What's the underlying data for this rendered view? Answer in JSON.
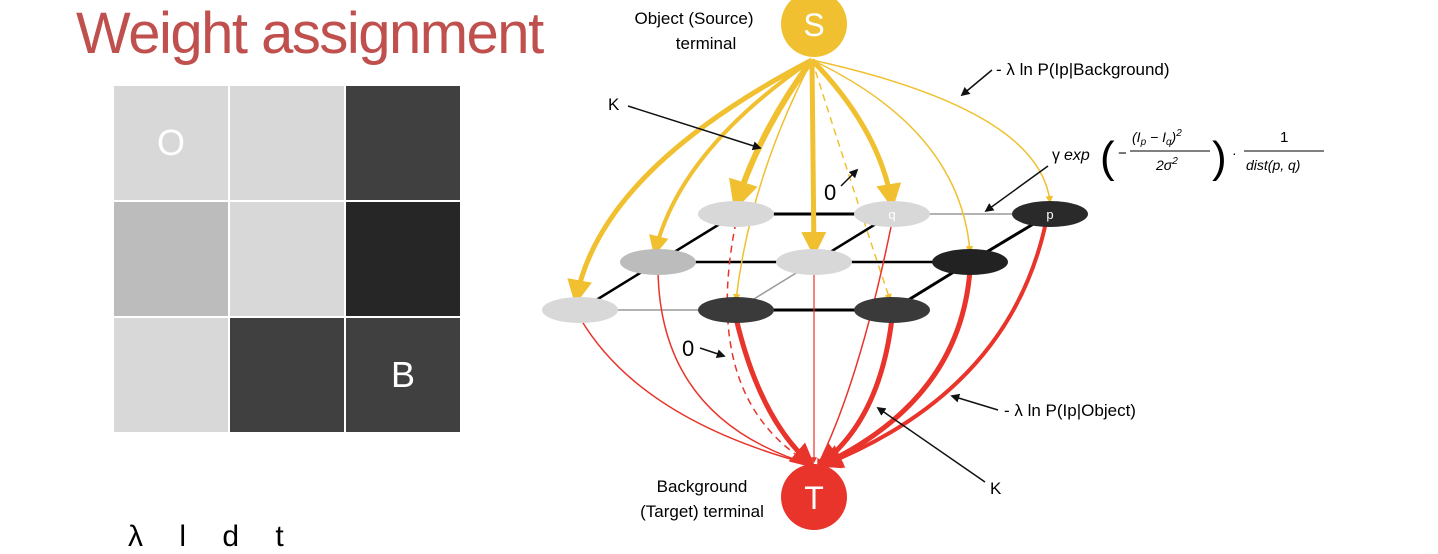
{
  "title": "Weight assignment",
  "grid": {
    "cells": [
      {
        "color": "#d8d8d8",
        "label": "O"
      },
      {
        "color": "#d8d8d8",
        "label": ""
      },
      {
        "color": "#404040",
        "label": ""
      },
      {
        "color": "#bcbcbc",
        "label": ""
      },
      {
        "color": "#d8d8d8",
        "label": ""
      },
      {
        "color": "#262626",
        "label": ""
      },
      {
        "color": "#d8d8d8",
        "label": ""
      },
      {
        "color": "#404040",
        "label": ""
      },
      {
        "color": "#404040",
        "label": "B"
      }
    ]
  },
  "source": {
    "letter": "S",
    "label_line1": "Object (Source)",
    "label_line2": "terminal",
    "color": "#f0c030"
  },
  "target": {
    "letter": "T",
    "label_line1": "Background",
    "label_line2": "(Target) terminal",
    "color": "#e8342a"
  },
  "node_labels": {
    "q": "q",
    "p": "p"
  },
  "annotations": {
    "bg_weight": "- λ ln P(Ip|Background)",
    "obj_weight": "- λ ln P(Ip|Object)",
    "k_top": "K",
    "k_bottom": "K",
    "zero_top": "0",
    "zero_bottom": "0",
    "gamma": "γ",
    "exp": "exp",
    "numerator": "(I",
    "denominator": "2σ",
    "one": "1",
    "dist": "dist(p, q)"
  },
  "bottom_fragment": "λ    l    d          t",
  "colors": {
    "title": "#c0504d",
    "source_edge": "#f0c030",
    "target_edge": "#e8342a"
  }
}
